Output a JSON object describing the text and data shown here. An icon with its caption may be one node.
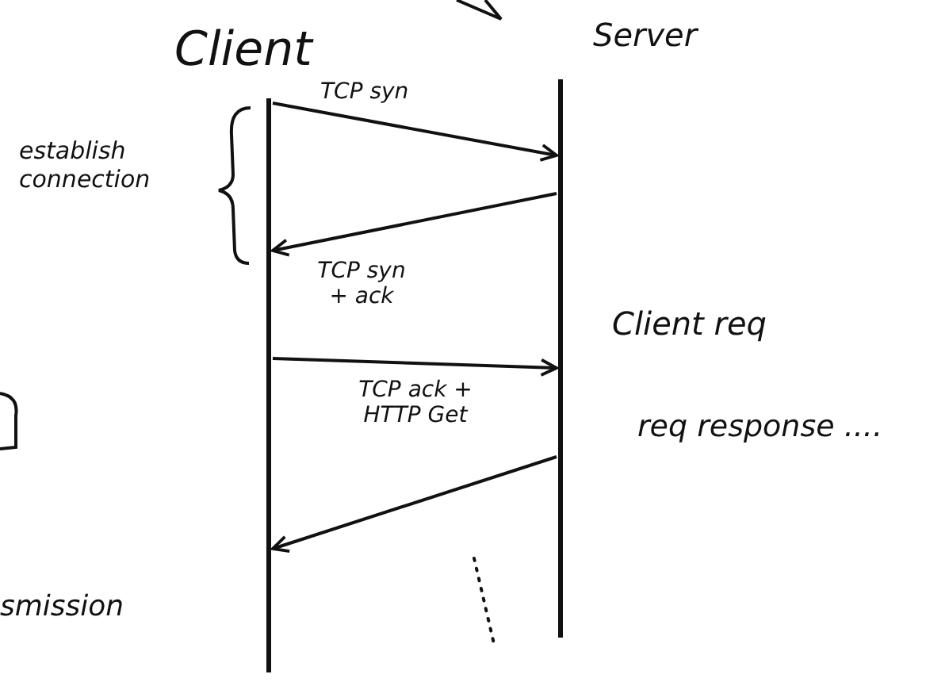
{
  "diagram": {
    "nodes": [
      {
        "text": [],
        "shape": "bar"
      },
      {
        "text": [],
        "shape": "bar"
      }
    ],
    "edges": [
      {
        "from": 0,
        "to": 1,
        "arrow": "to",
        "label": "TCP syn"
      },
      {
        "from": 1,
        "to": 0,
        "arrow": "to",
        "label": "TCP syn + ack"
      },
      {
        "from": 0,
        "to": 1,
        "arrow": "to",
        "label": "TCP ack + HTTP Get"
      },
      {
        "from": 1,
        "to": 0,
        "arrow": "to"
      }
    ],
    "labels": [
      "Client",
      "Server",
      "establish connection",
      "Client req",
      "req response ....",
      "smission"
    ]
  }
}
